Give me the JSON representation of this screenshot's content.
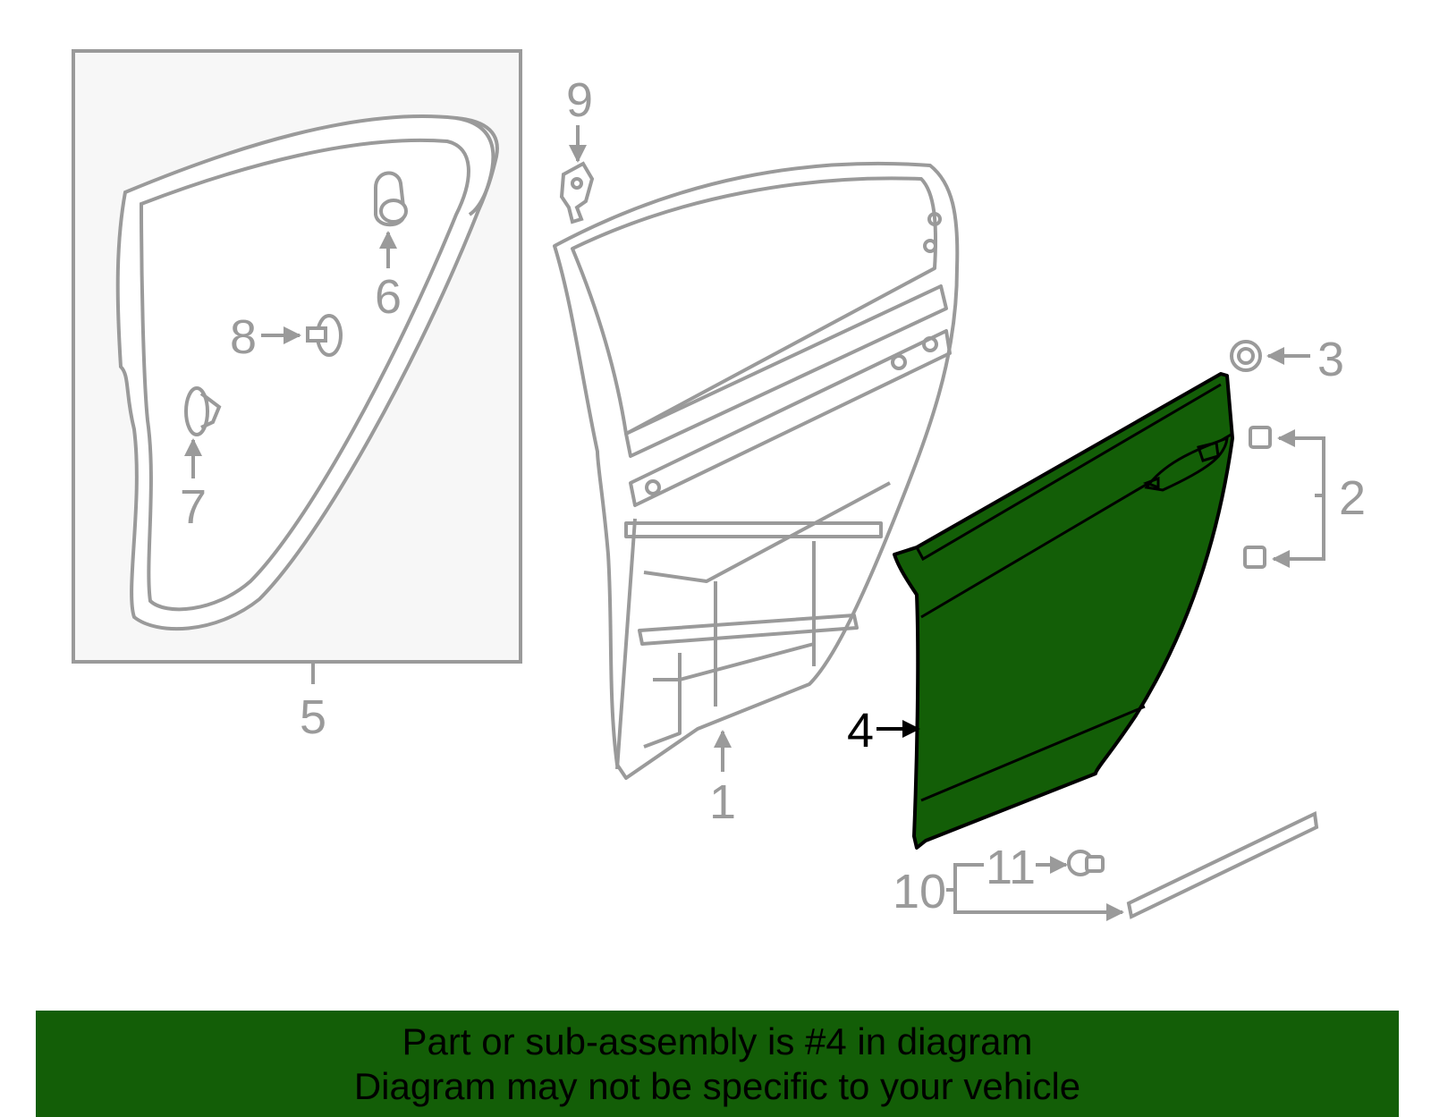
{
  "diagram": {
    "callouts": {
      "c1": "1",
      "c2": "2",
      "c3": "3",
      "c4": "4",
      "c5": "5",
      "c6": "6",
      "c7": "7",
      "c8": "8",
      "c9": "9",
      "c10": "10",
      "c11": "11"
    },
    "highlighted_part": "4",
    "colors": {
      "highlight_fill": "#135e07",
      "line_gray": "#9a9a9a",
      "panel_bg": "#f7f7f7"
    }
  },
  "banner": {
    "line1": "Part or sub-assembly is #4 in diagram",
    "line2": "Diagram may not be specific to your vehicle",
    "background": "#135e07"
  }
}
